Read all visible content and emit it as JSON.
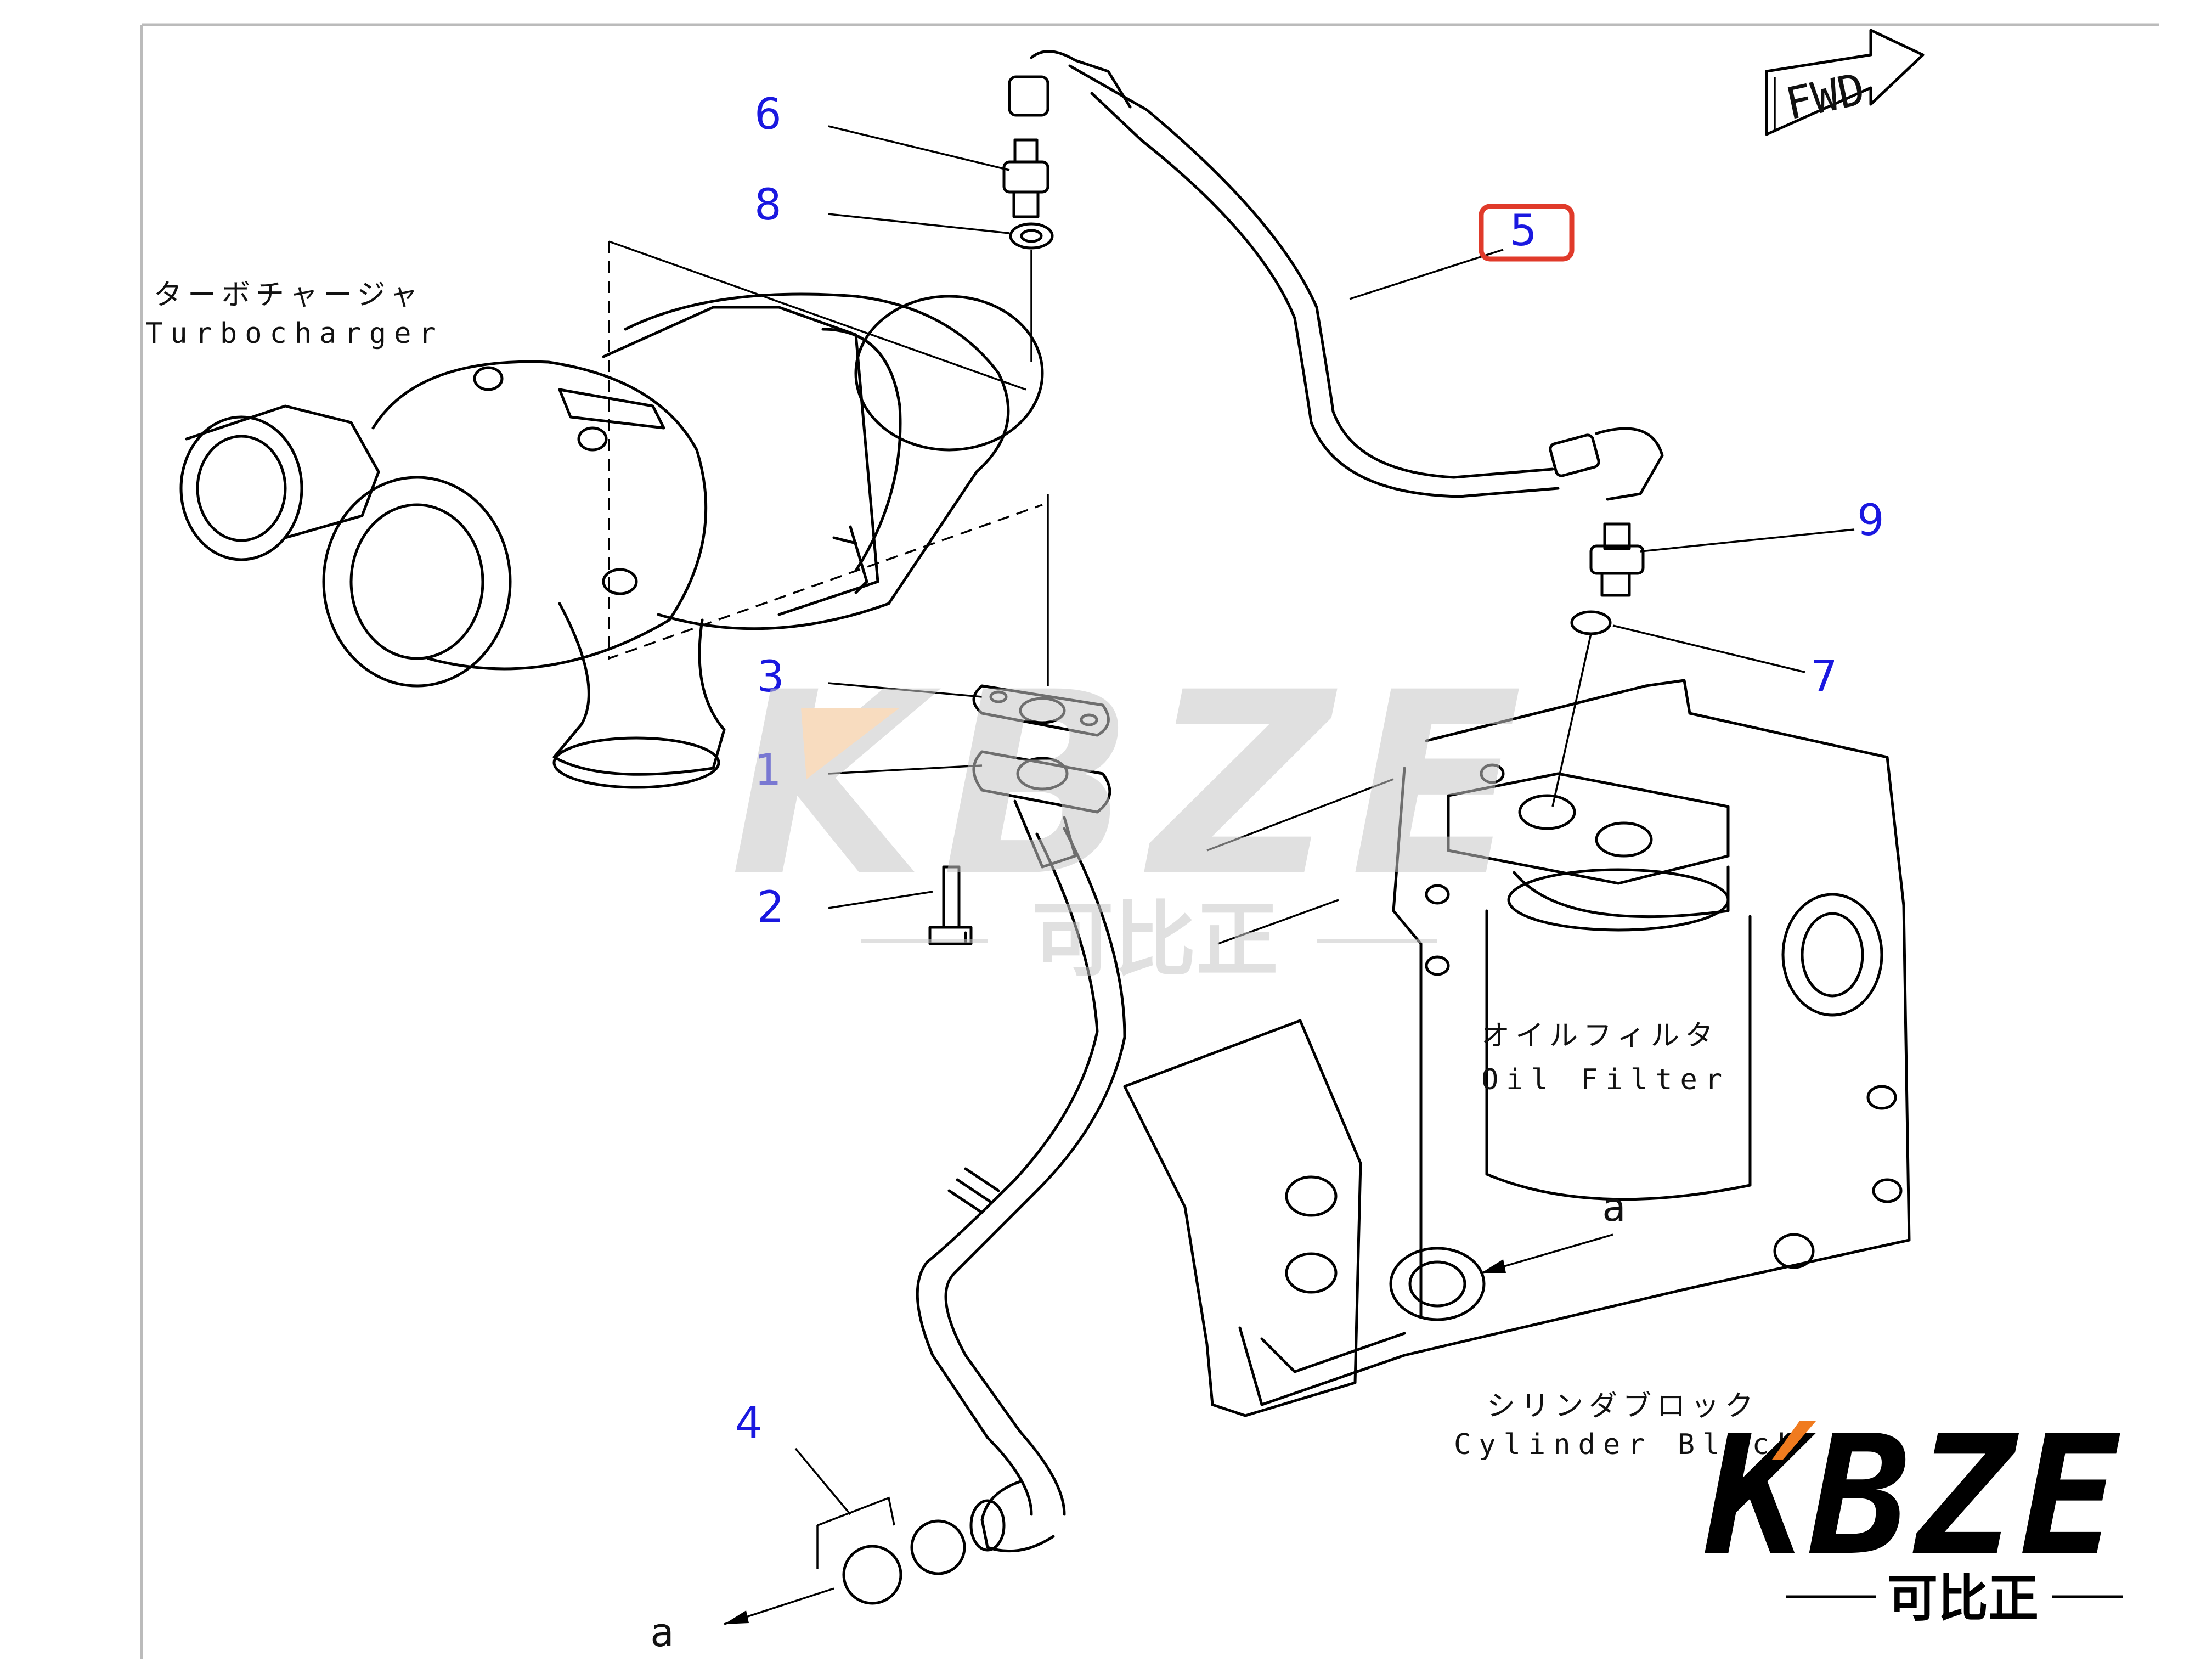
{
  "callouts": {
    "c1": "1",
    "c2": "2",
    "c3": "3",
    "c4": "4",
    "c5": "5",
    "c6": "6",
    "c7": "7",
    "c8": "8",
    "c9": "9"
  },
  "highlighted_callout": "5",
  "labels": {
    "turbocharger_jp": "ターボチャージャ",
    "turbocharger_en": "Turbocharger",
    "oil_filter_jp": "オイルフィルタ",
    "oil_filter_en": "Oil Filter",
    "cylinder_block_jp": "シリンダブロック",
    "cylinder_block_en": "Cylinder Block",
    "fwd": "FWD",
    "ref_a1": "a",
    "ref_a2": "a"
  },
  "watermark": {
    "brand": "KBZE",
    "chinese": "可比正"
  },
  "logo": {
    "brand": "KBZE",
    "chinese": "可比正"
  },
  "colors": {
    "callout_blue": "#1a18e0",
    "highlight_red": "#e03a2a",
    "logo_orange": "#f07b1f",
    "watermark_gray": "#c8c8c8"
  }
}
